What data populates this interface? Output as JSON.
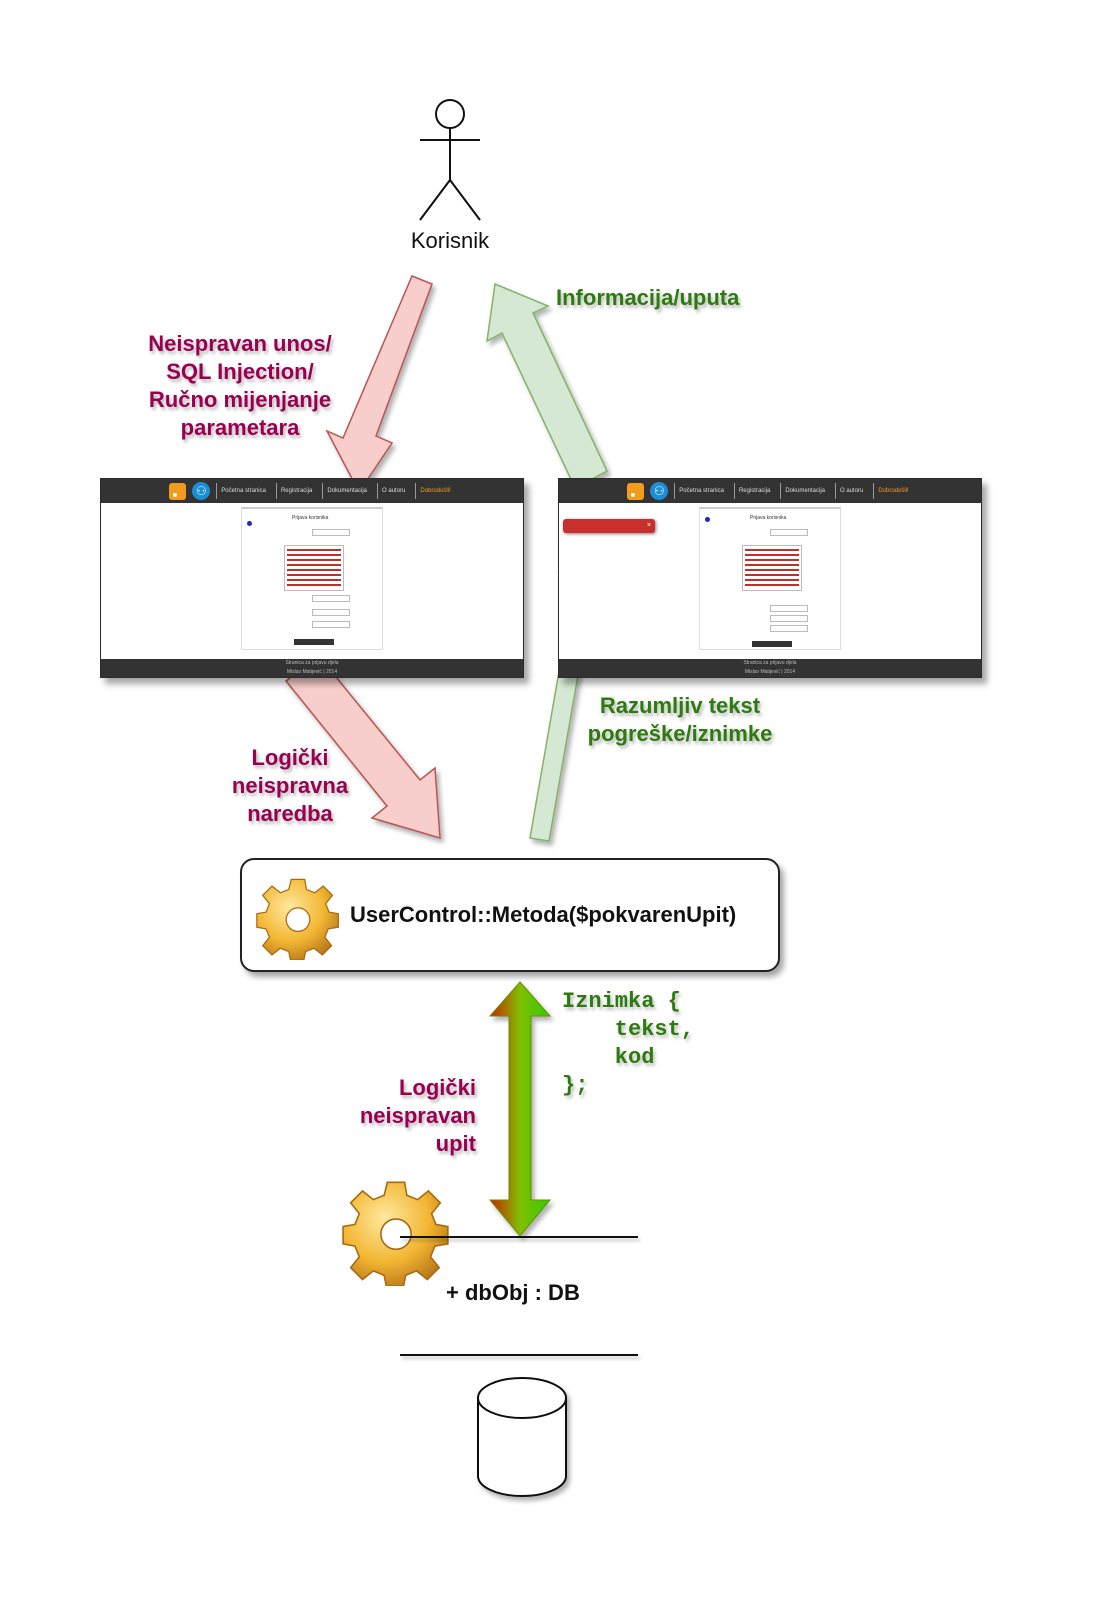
{
  "actor": {
    "label": "Korisnik"
  },
  "edges": {
    "user_to_page": [
      "Neispravan unos/",
      "SQL Injection/",
      "Ručno mijenjanje",
      "parametara"
    ],
    "page_to_user": "Informacija/uputa",
    "page_to_method": [
      "Logički",
      "neispravna",
      "naredba"
    ],
    "method_to_page": [
      "Razumljiv tekst",
      "pogreške/iznimke"
    ],
    "method_db": [
      "Logički",
      "neispravan",
      "upit"
    ]
  },
  "screenshots": {
    "nav_items": [
      "Početna stranica",
      "Registracija",
      "Dokumentacija",
      "O autoru",
      "Dobrodošli!"
    ],
    "footer": [
      "Stranica za prijavu djela",
      "Mislav Matijević | 2014"
    ],
    "form_title_left": "Prijava korisnika",
    "form_title_right": "Prijava korisnika"
  },
  "method": {
    "label": "UserControl::Metoda($pokvarenUpit)"
  },
  "exception_code": "Iznimka {\n    tekst,\n    kod\n};",
  "db": {
    "label": "+ dbObj : DB"
  },
  "colors": {
    "red_arrow": "#f8cecc",
    "red_stroke": "#b85450",
    "green_arrow": "#d5e8d4",
    "green_stroke": "#82b366",
    "purple_text": "#990050",
    "green_text": "#2d7a0f"
  },
  "icons": [
    "person-icon",
    "gear-icon",
    "database-icon",
    "rss-icon",
    "accessibility-icon",
    "close-icon"
  ]
}
